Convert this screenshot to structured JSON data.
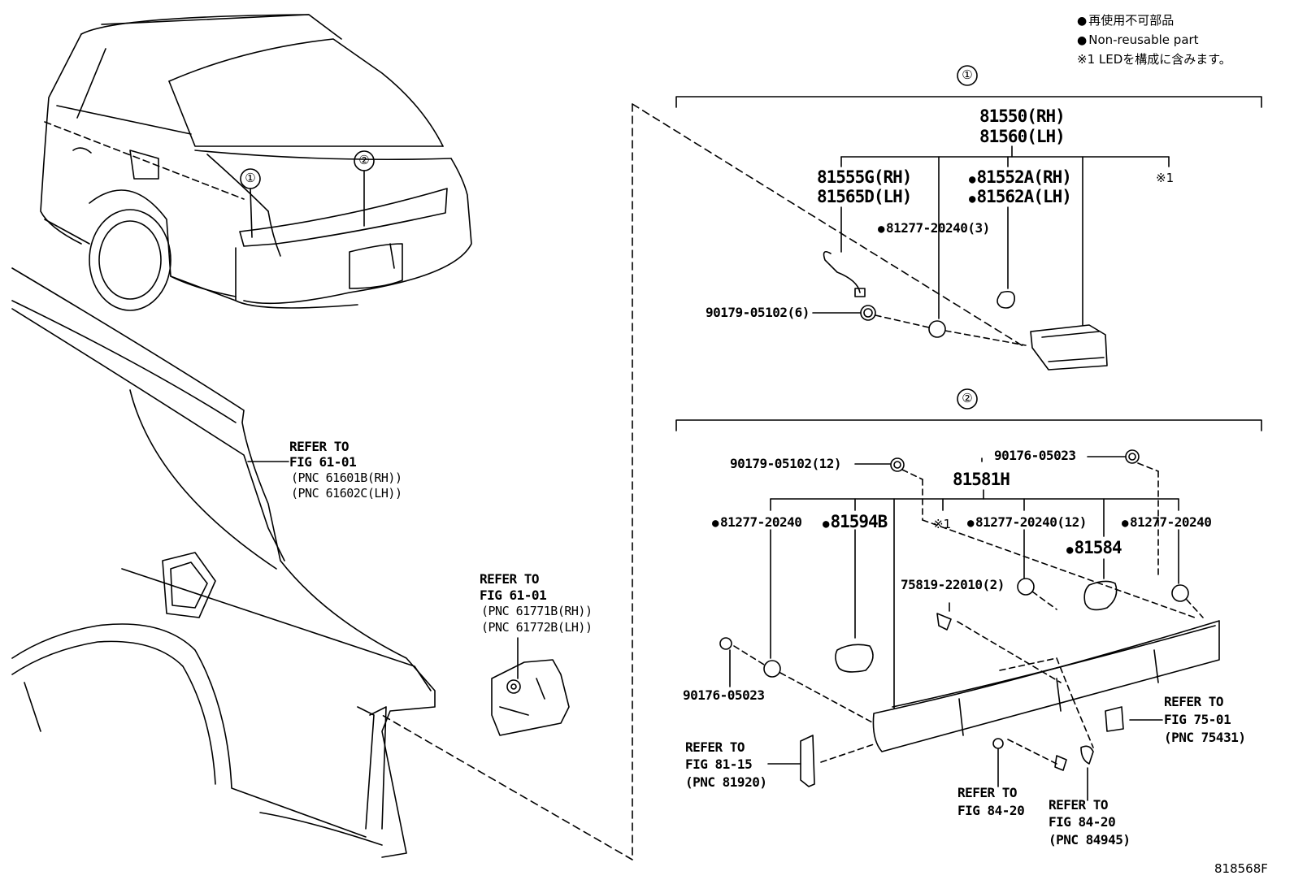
{
  "legend": {
    "non_reusable_jp": "再使用不可部品",
    "non_reusable_en": "Non-reusable part",
    "note1": "※1 LEDを構成に含みます。"
  },
  "callouts": {
    "one": "①",
    "two": "②"
  },
  "group1": {
    "main": [
      "81550(RH)",
      "81560(LH)"
    ],
    "lens": [
      "81555G(RH)",
      "81565D(LH)"
    ],
    "gasket": [
      "81552A(RH)",
      "81562A(LH)"
    ],
    "nut": "81277-20240(3)",
    "screw": "90179-05102(6)",
    "led_note": "※1"
  },
  "group2": {
    "main": "81581H",
    "nut_left": "81277-20240",
    "p81594b": "81594B",
    "led_note": "※1",
    "nut_center": "81277-20240(12)",
    "nut_right": "81277-20240",
    "p81584": "81584",
    "screw_top": "90179-05102(12)",
    "clip_top": "90176-05023",
    "clip_left": "90176-05023",
    "clip_mid": "75819-22010(2)"
  },
  "refs": {
    "fig6101a": [
      "REFER TO",
      "FIG 61-01",
      "(PNC 61601B(RH))",
      "(PNC 61602C(LH))"
    ],
    "fig6101b": [
      "REFER TO",
      "FIG 61-01",
      "(PNC 61771B(RH))",
      "(PNC 61772B(LH))"
    ],
    "fig7501": [
      "REFER TO",
      "FIG 75-01",
      "(PNC 75431)"
    ],
    "fig8115": [
      "REFER TO",
      "FIG 81-15",
      "(PNC 81920)"
    ],
    "fig8420a": [
      "REFER TO",
      "FIG 84-20"
    ],
    "fig8420b": [
      "REFER TO",
      "FIG 84-20",
      "(PNC 84945)"
    ]
  },
  "figure_id": "818568F"
}
